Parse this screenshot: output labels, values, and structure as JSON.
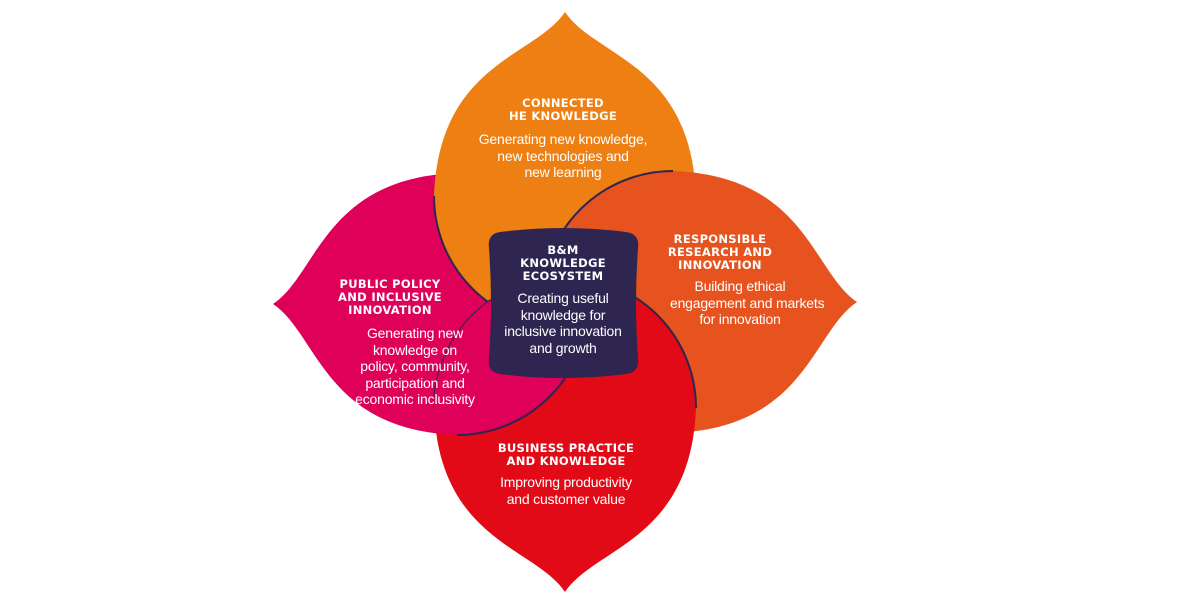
{
  "colors": {
    "connected": "#EE7F12",
    "responsible": "#E6531F",
    "business": "#E20A17",
    "public": "#DF0059",
    "center": "#2E2550",
    "outline": "#2E2550"
  },
  "petals": {
    "connected": {
      "title": [
        "CONNECTED",
        "HE KNOWLEDGE"
      ],
      "body": [
        "Generating new knowledge,",
        "new technologies and",
        "new learning"
      ]
    },
    "responsible": {
      "title": [
        "RESPONSIBLE",
        "RESEARCH AND",
        "INNOVATION"
      ],
      "body": [
        "Building ethical",
        "engagement and markets",
        "for innovation"
      ]
    },
    "business": {
      "title": [
        "BUSINESS PRACTICE",
        "AND KNOWLEDGE"
      ],
      "body": [
        "Improving productivity",
        "and customer value"
      ]
    },
    "public": {
      "title": [
        "PUBLIC POLICY",
        "AND INCLUSIVE",
        "INNOVATION"
      ],
      "body": [
        "Generating new",
        "knowledge on",
        "policy, community,",
        "participation and",
        "economic inclusivity"
      ]
    }
  },
  "center": {
    "title": [
      "B&M",
      "KNOWLEDGE",
      "ECOSYSTEM"
    ],
    "body": [
      "Creating useful",
      "knowledge for",
      "inclusive innovation",
      "and growth"
    ]
  }
}
